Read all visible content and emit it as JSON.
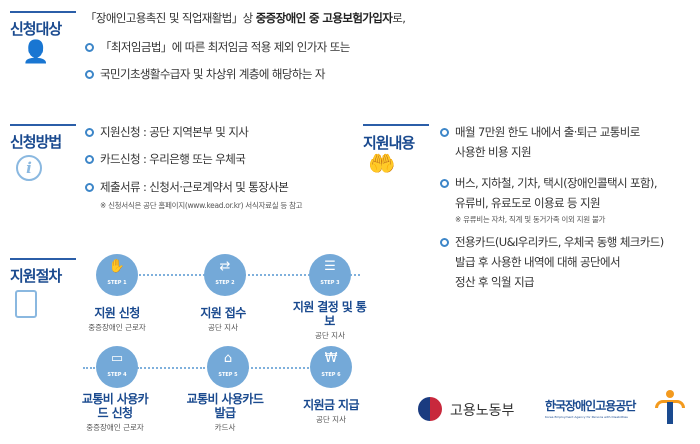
{
  "target": {
    "title": "신청대상",
    "line1_pre": "「장애인고용촉진 및 직업재활법」상 ",
    "line1_bold": "중증장애인 중 고용보험가입자",
    "line1_post": "로,",
    "items": [
      "「최저임금법」에 따른 최저임금 적용 제외 인가자 또는",
      "국민기초생활수급자 및 차상위 계층에 해당하는 자"
    ]
  },
  "method": {
    "title": "신청방법",
    "items": [
      "지원신청 : 공단 지역본부 및 지사",
      "카드신청 : 우리은행 또는 우체국",
      "제출서류 : 신청서·근로계약서 및 통장사본"
    ],
    "note": "※ 신청서식은 공단 홈페이지(www.kead.or.kr) 서식자료실 등 참고"
  },
  "content": {
    "title": "지원내용",
    "items": [
      [
        "매월 7만원 한도 내에서 출·퇴근 교통비로",
        "사용한 비용 지원"
      ],
      [
        "버스, 지하철, 기차, 택시(장애인콜택시 포함),",
        "유류비, 유료도로 이용료 등 지원"
      ],
      [
        "전용카드(U&I우리카드, 우체국 동행 체크카드)",
        "발급 후 사용한 내역에 대해 공단에서",
        "정산 후 익월 지급"
      ]
    ],
    "note": "※ 유류비는 자차, 직계 및 동거가족 이외 지원 불가"
  },
  "procedure": {
    "title": "지원절차",
    "steps": [
      {
        "step": "STEP 1",
        "title": "지원 신청",
        "sub": "중증장애인 근로자",
        "icon": "✋"
      },
      {
        "step": "STEP 2",
        "title": "지원 접수",
        "sub": "공단 지사",
        "icon": "⇄"
      },
      {
        "step": "STEP 3",
        "title": "지원 결정 및 통보",
        "sub": "공단 지사",
        "icon": "☰"
      },
      {
        "step": "STEP 4",
        "title": "교통비 사용카드 신청",
        "sub": "중증장애인 근로자",
        "icon": "▭"
      },
      {
        "step": "STEP 5",
        "title": "교통비 사용카드 발급",
        "sub": "카드사",
        "icon": "⌂"
      },
      {
        "step": "STEP 6",
        "title": "지원금 지급",
        "sub": "공단 지사",
        "icon": "₩"
      }
    ]
  },
  "logos": {
    "ministry": "고용노동부",
    "agency": "한국장애인고용공단",
    "agency_en": "Korea Employment Agency for Persons with Disabilities"
  }
}
